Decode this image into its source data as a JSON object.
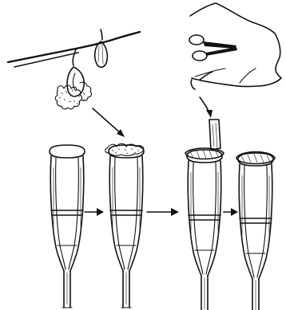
{
  "diagram": {
    "steps": [
      {
        "id": "step-1",
        "description": "cocoon-on-twig"
      },
      {
        "id": "step-2",
        "description": "cocoon-padding-applied-to-crutch"
      },
      {
        "id": "step-3",
        "description": "fabric-cut-with-scissors"
      },
      {
        "id": "step-4",
        "description": "fabric-wrapped-crutch"
      }
    ],
    "arrow_count": 5,
    "colors": {
      "ink": "#111111",
      "paper": "#ffffff"
    }
  }
}
